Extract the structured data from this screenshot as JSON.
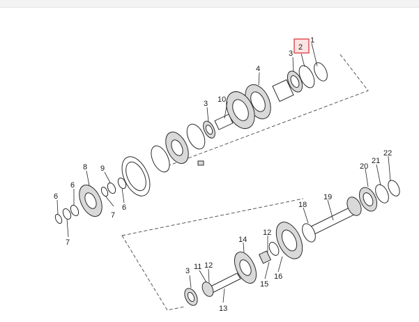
{
  "diagram": {
    "highlight_color": "#e0474c",
    "callouts": [
      {
        "id": "c1",
        "label": "1"
      },
      {
        "id": "c2",
        "label": "2",
        "highlighted": true
      },
      {
        "id": "c3a",
        "label": "3"
      },
      {
        "id": "c4",
        "label": "4"
      },
      {
        "id": "c3b",
        "label": "3"
      },
      {
        "id": "c10",
        "label": "10"
      },
      {
        "id": "c8",
        "label": "8"
      },
      {
        "id": "c9",
        "label": "9"
      },
      {
        "id": "c6a",
        "label": "6"
      },
      {
        "id": "c6b",
        "label": "6"
      },
      {
        "id": "c7a",
        "label": "7"
      },
      {
        "id": "c6c",
        "label": "6"
      },
      {
        "id": "c7b",
        "label": "7"
      },
      {
        "id": "c22",
        "label": "22"
      },
      {
        "id": "c20",
        "label": "20"
      },
      {
        "id": "c21",
        "label": "21"
      },
      {
        "id": "c18",
        "label": "18"
      },
      {
        "id": "c19",
        "label": "19"
      },
      {
        "id": "c12a",
        "label": "12"
      },
      {
        "id": "c3c",
        "label": "3"
      },
      {
        "id": "c11",
        "label": "11"
      },
      {
        "id": "c12b",
        "label": "12"
      },
      {
        "id": "c14",
        "label": "14"
      },
      {
        "id": "c15",
        "label": "15"
      },
      {
        "id": "c16",
        "label": "16"
      },
      {
        "id": "c13",
        "label": "13"
      }
    ]
  }
}
